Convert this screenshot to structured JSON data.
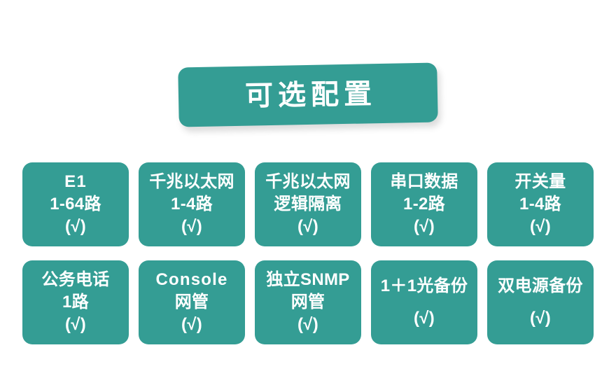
{
  "page": {
    "background_color": "#ffffff",
    "accent_color": "#349d94",
    "text_color": "#ffffff"
  },
  "banner": {
    "title": "可选配置"
  },
  "grid": {
    "rows": [
      {
        "cards": [
          {
            "lines": [
              "E1",
              "1-64路"
            ],
            "mark": "(√)",
            "latin_first": true
          },
          {
            "lines": [
              "千兆以太网",
              "1-4路"
            ],
            "mark": "(√)",
            "latin_first": false
          },
          {
            "lines": [
              "千兆以太网",
              "逻辑隔离"
            ],
            "mark": "(√)",
            "latin_first": false
          },
          {
            "lines": [
              "串口数据",
              "1-2路"
            ],
            "mark": "(√)",
            "latin_first": false
          },
          {
            "lines": [
              "开关量",
              "1-4路"
            ],
            "mark": "(√)",
            "latin_first": false
          }
        ]
      },
      {
        "cards": [
          {
            "lines": [
              "公务电话",
              "1路"
            ],
            "mark": "(√)",
            "latin_first": false
          },
          {
            "lines": [
              "Console",
              "网管"
            ],
            "mark": "(√)",
            "latin_first": true
          },
          {
            "lines": [
              "独立SNMP",
              "网管"
            ],
            "mark": "(√)",
            "latin_first": false
          },
          {
            "lines": [
              "1＋1光备份"
            ],
            "mark": "(√)",
            "latin_first": false
          },
          {
            "lines": [
              "双电源备份"
            ],
            "mark": "(√)",
            "latin_first": false
          }
        ]
      }
    ]
  }
}
